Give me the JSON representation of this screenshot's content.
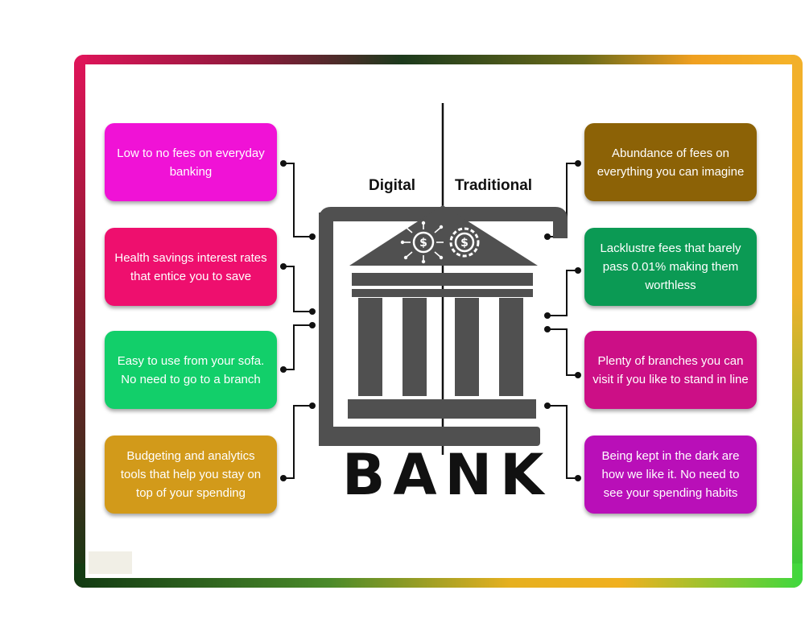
{
  "headers": {
    "digital": "Digital",
    "traditional": "Traditional"
  },
  "bank_label": "BANK",
  "colors": {
    "magenta": "#f012d6",
    "pink": "#ee0f6e",
    "green": "#12cf6a",
    "gold": "#d29a1a",
    "brown": "#8c6206",
    "dark_green": "#0b9a54",
    "dark_magenta": "#cc0f86",
    "purple": "#b90fb8",
    "icon_gray": "#505050"
  },
  "digital_items": [
    {
      "text": "Low to no fees on everyday banking",
      "color": "#f012d6"
    },
    {
      "text": "Health savings interest rates that entice you to save",
      "color": "#ee0f6e"
    },
    {
      "text": "Easy to use from your sofa. No need to go to a branch",
      "color": "#12cf6a"
    },
    {
      "text": "Budgeting and analytics tools that help you stay on top of your spending",
      "color": "#d29a1a"
    }
  ],
  "traditional_items": [
    {
      "text": "Abundance of fees on everything you can imagine",
      "color": "#8c6206"
    },
    {
      "text": "Lacklustre fees that barely pass 0.01% making them worthless",
      "color": "#0b9a54"
    },
    {
      "text": "Plenty of branches you can visit if you like to stand in line",
      "color": "#cc0f86"
    },
    {
      "text": "Being kept in the dark are how we like it. No need to see your spending habits",
      "color": "#b90fb8"
    }
  ],
  "icons": [
    "bank-building-icon",
    "digital-coin-circuit-icon",
    "dollar-coin-icon"
  ]
}
